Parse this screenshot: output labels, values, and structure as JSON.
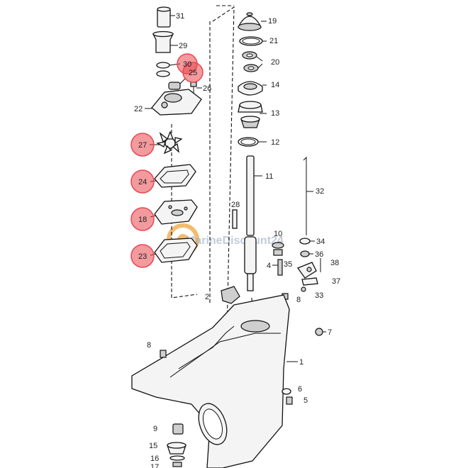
{
  "diagram": {
    "watermark": "MarineDiscount24",
    "parts": [
      {
        "id": "p31",
        "label": "31"
      },
      {
        "id": "p29",
        "label": "29"
      },
      {
        "id": "p30",
        "label": "30"
      },
      {
        "id": "p25",
        "label": "25"
      },
      {
        "id": "p26",
        "label": "26"
      },
      {
        "id": "p22",
        "label": "22"
      },
      {
        "id": "p27",
        "label": "27"
      },
      {
        "id": "p24",
        "label": "24"
      },
      {
        "id": "p18",
        "label": "18"
      },
      {
        "id": "p23",
        "label": "23"
      },
      {
        "id": "p19",
        "label": "19"
      },
      {
        "id": "p21",
        "label": "21"
      },
      {
        "id": "p20",
        "label": "20"
      },
      {
        "id": "p14",
        "label": "14"
      },
      {
        "id": "p13",
        "label": "13"
      },
      {
        "id": "p12",
        "label": "12"
      },
      {
        "id": "p11",
        "label": "11"
      },
      {
        "id": "p32",
        "label": "32"
      },
      {
        "id": "p28",
        "label": "28"
      },
      {
        "id": "p10",
        "label": "10"
      },
      {
        "id": "p34",
        "label": "34"
      },
      {
        "id": "p36",
        "label": "36"
      },
      {
        "id": "p4",
        "label": "4"
      },
      {
        "id": "p35",
        "label": "35"
      },
      {
        "id": "p38",
        "label": "38"
      },
      {
        "id": "p37",
        "label": "37"
      },
      {
        "id": "p2",
        "label": "2"
      },
      {
        "id": "p33",
        "label": "33"
      },
      {
        "id": "p8a",
        "label": "8"
      },
      {
        "id": "p7",
        "label": "7"
      },
      {
        "id": "p8b",
        "label": "8"
      },
      {
        "id": "p1",
        "label": "1"
      },
      {
        "id": "p6",
        "label": "6"
      },
      {
        "id": "p5",
        "label": "5"
      },
      {
        "id": "p9",
        "label": "9"
      },
      {
        "id": "p15",
        "label": "15"
      },
      {
        "id": "p16",
        "label": "16"
      },
      {
        "id": "p17",
        "label": "17"
      }
    ],
    "highlight_color": "#e8474f",
    "highlighted": [
      "30",
      "25",
      "27",
      "24",
      "18",
      "23"
    ]
  }
}
